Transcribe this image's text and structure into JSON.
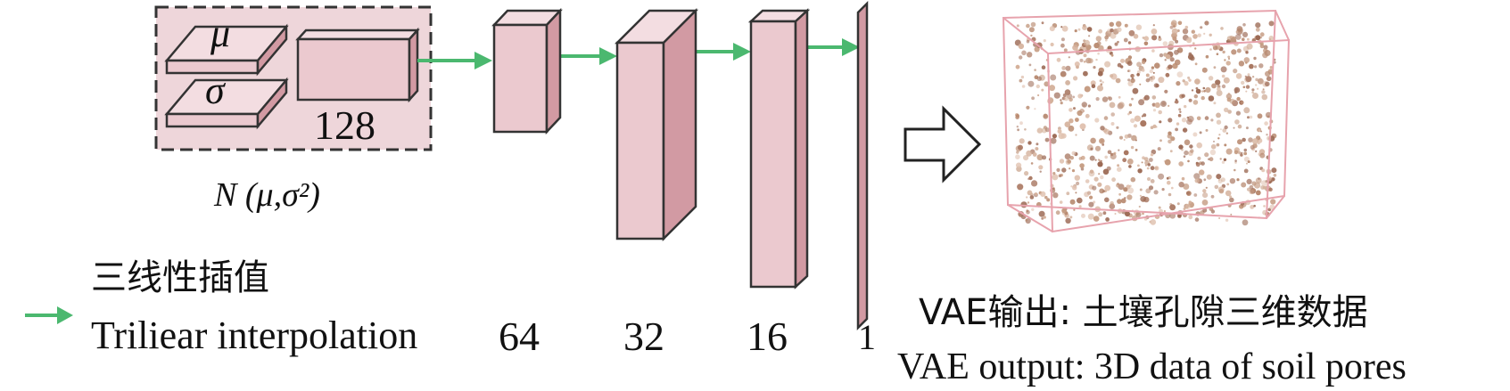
{
  "input": {
    "mu_symbol": "μ",
    "sigma_symbol": "σ",
    "latent_size": "128",
    "distribution_label": "N (μ,σ²)"
  },
  "layers": [
    {
      "size_label": "64"
    },
    {
      "size_label": "32"
    },
    {
      "size_label": "16"
    },
    {
      "size_label": "1"
    }
  ],
  "legend": {
    "label_zh": "三线性插值",
    "label_en": "Triliear interpolation"
  },
  "output": {
    "caption_zh": "VAE输出: 土壤孔隙三维数据",
    "caption_en": "VAE output:  3D data of soil pores"
  },
  "colors": {
    "block_front": "#ebc9cf",
    "block_side": "#d29aa3",
    "block_top": "#f3dde1",
    "dashed_box_fill": "#eed6da",
    "arrow_green": "#4bb86f",
    "cube_edge": "#e7a3ad",
    "pore_particles": "#b88a70"
  }
}
